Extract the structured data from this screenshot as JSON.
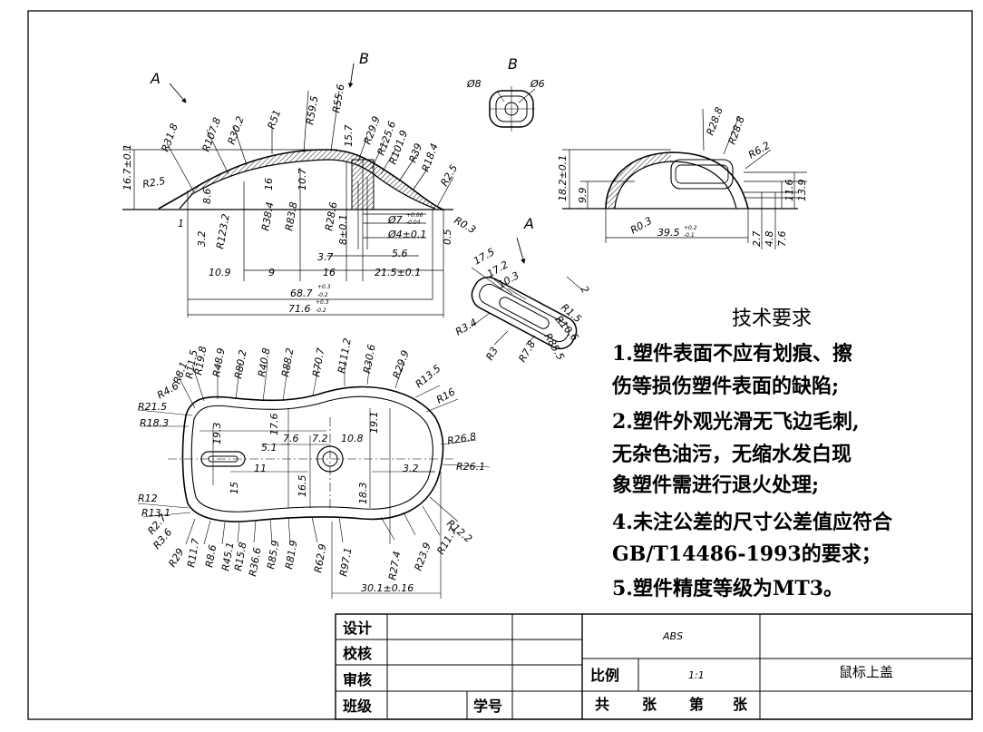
{
  "view_labels": {
    "a1": "A",
    "b1": "B",
    "b_section": "B",
    "a_section": "A"
  },
  "side_view": {
    "radii": [
      "R31.8",
      "R107.8",
      "R30.2",
      "R51",
      "R59.5",
      "R55.6",
      "R29.9",
      "R125.6",
      "R101.9",
      "R39",
      "R18.4",
      "R2.5",
      "R2.5",
      "R0.3"
    ],
    "inner_radii": [
      "R123.2",
      "R38.4",
      "R83.8",
      "R28.6"
    ],
    "dims_v": [
      "16.7±0.1",
      "3.2",
      "8.6",
      "16",
      "10.7",
      "15.7",
      "8±0.1",
      "0.5"
    ],
    "dims_h": [
      "10.9",
      "9",
      "16",
      "21.5±0.1",
      "3.7",
      "5.6"
    ],
    "dim_small": "1",
    "overall1": {
      "base": "68.7",
      "up": "+0.3",
      "dn": "-0.2"
    },
    "overall2": {
      "base": "71.6",
      "up": "+0.3",
      "dn": "-0.2"
    },
    "hole1": {
      "base": "Ø7",
      "up": "+0.06",
      "dn": "-0.04"
    },
    "hole2": "Ø4±0.1"
  },
  "section_b": {
    "d1": "Ø8",
    "d2": "Ø6"
  },
  "front_view": {
    "radii": [
      "R28.8",
      "R28.8",
      "R6.2",
      "R0.3"
    ],
    "dims": [
      "18.2±0.1",
      "9.9",
      "11.6",
      "13.9",
      "2.7",
      "4.8",
      "7.6"
    ],
    "width": {
      "base": "39.5",
      "up": "+0.2",
      "dn": "-0.1"
    }
  },
  "section_a": {
    "dims": [
      "17.5",
      "17.2",
      "10.3",
      "2"
    ],
    "radii": [
      "R3.4",
      "R3",
      "R7.8",
      "R85.5",
      "R10.6",
      "R1.5"
    ]
  },
  "top_view": {
    "radii_top": [
      "R8.1",
      "R19.8",
      "R11.5",
      "R48.9",
      "R80.2",
      "R40.8",
      "R88.2",
      "R70.7",
      "R111.2",
      "R30.6",
      "R29.9",
      "R13.5",
      "R16"
    ],
    "radii_left": [
      "R4.6",
      "R21.5",
      "R18.3",
      "R12",
      "R13.1",
      "R2.7",
      "R3.6",
      "R29"
    ],
    "radii_bottom": [
      "R11.7",
      "R8.6",
      "R45.1",
      "R15.8",
      "R36.6",
      "R85.9",
      "R81.9",
      "R62.9",
      "R97.1",
      "R27.4",
      "R23.9",
      "R11.7",
      "R12.2"
    ],
    "radii_right": [
      "R26.8",
      "R26.1"
    ],
    "dims": [
      "19.3",
      "17.6",
      "5.1",
      "11",
      "7.6",
      "7.2",
      "10.8",
      "19.1",
      "15",
      "16.5",
      "18.3",
      "3.2"
    ],
    "bottom_width": "30.1±0.16"
  },
  "tech": {
    "title": "技术要求",
    "lines": [
      "1.塑件表面不应有划痕、擦",
      "伤等损伤塑件表面的缺陷;",
      "2.塑件外观光滑无飞边毛刺,",
      "无杂色油污，无缩水发白现",
      "象塑件需进行退火处理;",
      "4.未注公差的尺寸公差值应符合",
      "GB/T14486-1993的要求；",
      "5.塑件精度等级为MT3。"
    ]
  },
  "title_block": {
    "design": "设计",
    "check": "校核",
    "review": "审核",
    "class": "班级",
    "student_no": "学号",
    "material": "ABS",
    "scale_label": "比例",
    "scale": "1:1",
    "part_name": "鼠标上盖",
    "total": "共",
    "sheet1": "张",
    "page": "第",
    "sheet2": "张"
  }
}
